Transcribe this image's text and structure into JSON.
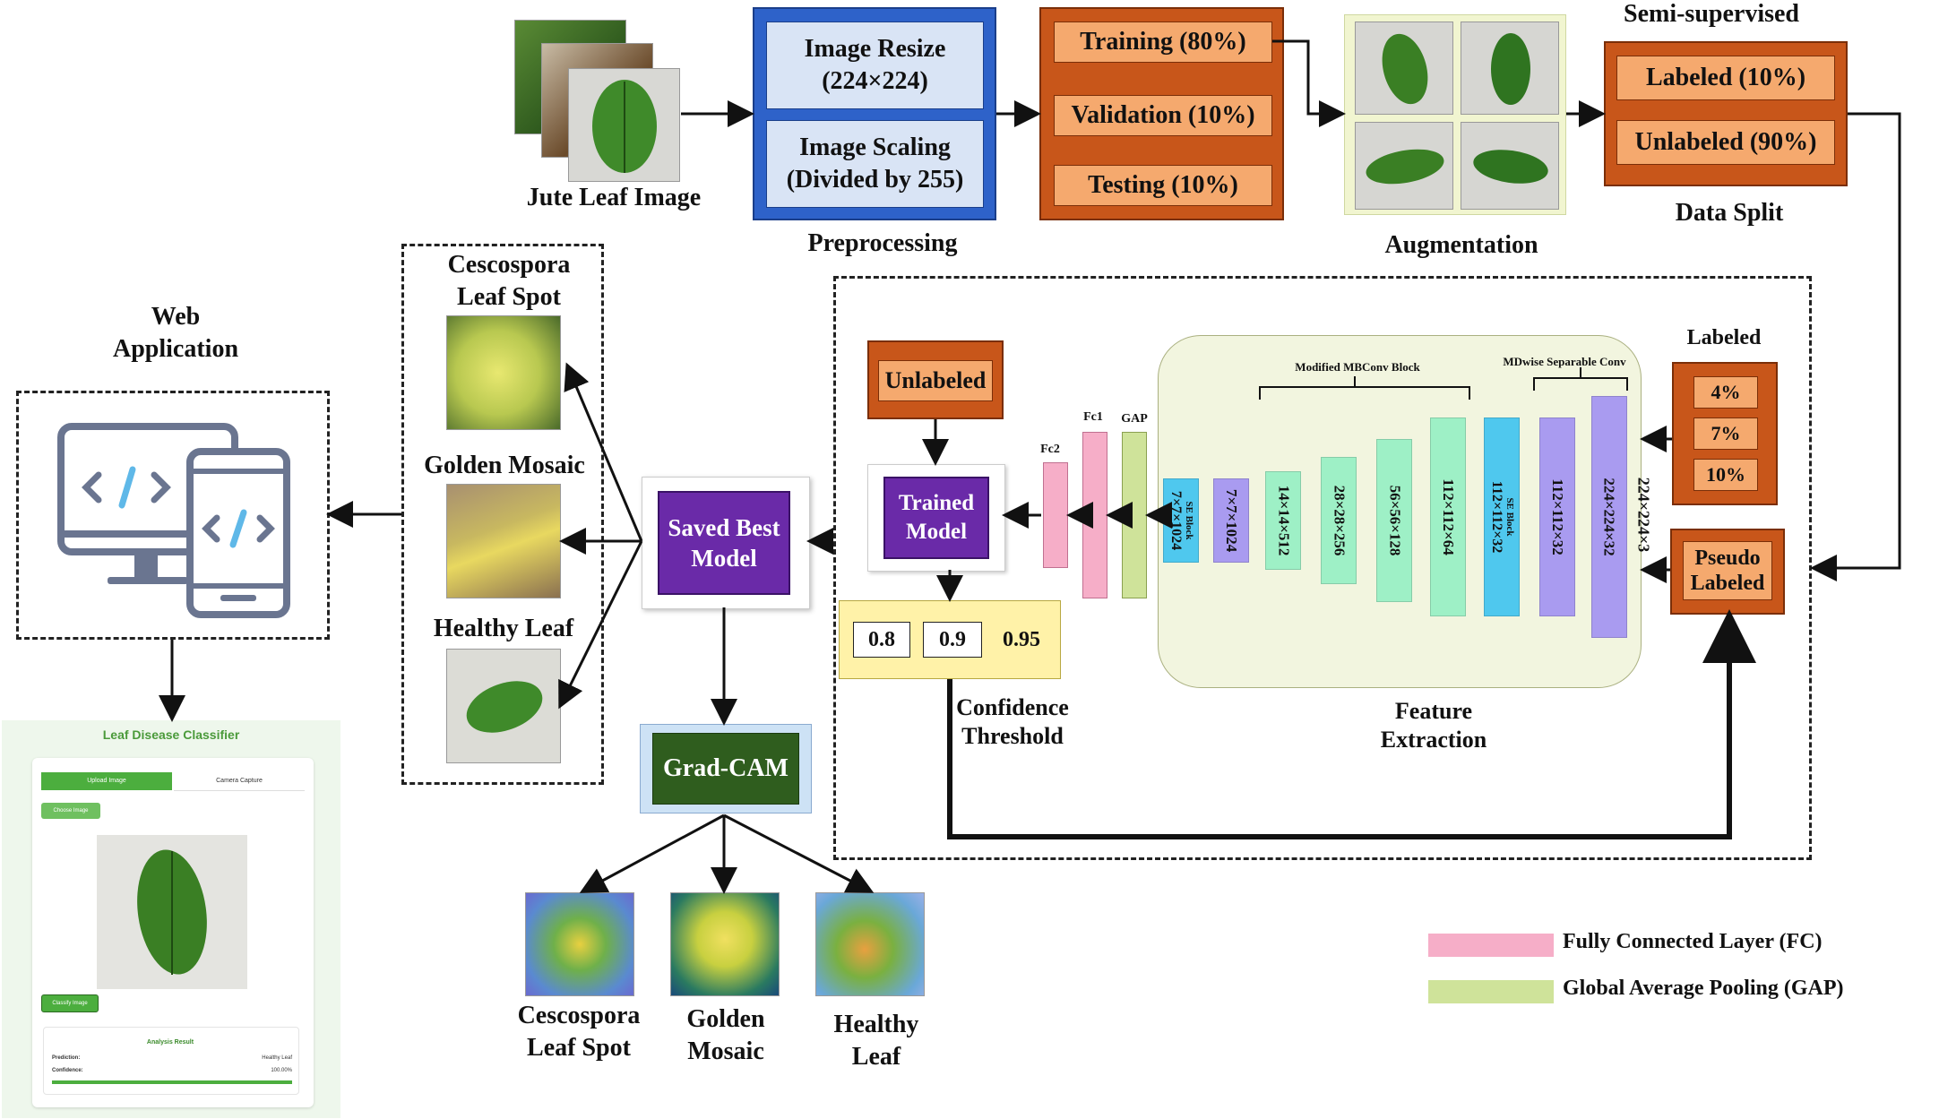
{
  "input": {
    "label": "Jute Leaf Image"
  },
  "preprocessing": {
    "title": "Preprocessing",
    "resize_l1": "Image Resize",
    "resize_l2": "(224×224)",
    "scaling_l1": "Image Scaling",
    "scaling_l2": "(Divided by 255)"
  },
  "dataset": {
    "training": "Training (80%)",
    "validation": "Validation (10%)",
    "testing": "Testing (10%)"
  },
  "augmentation": {
    "title": "Augmentation"
  },
  "data_split": {
    "header": "Semi-supervised",
    "labeled": "Labeled (10%)",
    "unlabeled": "Unlabeled (90%)",
    "title": "Data Split"
  },
  "training_loop": {
    "unlabeled": "Unlabeled",
    "trained_l1": "Trained",
    "trained_l2": "Model",
    "thresholds": [
      "0.8",
      "0.9",
      "0.95"
    ],
    "threshold_l1": "Confidence",
    "threshold_l2": "Threshold",
    "fc1": "Fc1",
    "fc2": "Fc2",
    "gap": "GAP"
  },
  "feature_extraction": {
    "title_l1": "Feature",
    "title_l2": "Extraction",
    "mbconv_label": "Modified MBConv Block",
    "mdwise_label": "MDwise Separable Conv",
    "input_shape": "224×224×3",
    "layers": [
      {
        "text": "SE Block",
        "sub": "7×7×1024",
        "color": "#4fc8ee"
      },
      {
        "text": "7×7×1024",
        "color": "#a99bf0"
      },
      {
        "text": "14×14×512",
        "color": "#9ef0c6"
      },
      {
        "text": "28×28×256",
        "color": "#9ef0c6"
      },
      {
        "text": "56×56×128",
        "color": "#9ef0c6"
      },
      {
        "text": "112×112×64",
        "color": "#9ef0c6"
      },
      {
        "text": "SE Block",
        "sub": "112×112×32",
        "color": "#4fc8ee"
      },
      {
        "text": "112×112×32",
        "color": "#a99bf0"
      },
      {
        "text": "224×224×32",
        "color": "#a99bf0"
      }
    ]
  },
  "labeled_side": {
    "title": "Labeled",
    "percents": [
      "4%",
      "7%",
      "10%"
    ],
    "pseudo_l1": "Pseudo",
    "pseudo_l2": "Labeled"
  },
  "saved_model": {
    "l1": "Saved Best",
    "l2": "Model"
  },
  "gradcam": {
    "label": "Grad-CAM",
    "results": [
      {
        "l1": "Cescospora",
        "l2": "Leaf Spot"
      },
      {
        "l1": "Golden",
        "l2": "Mosaic"
      },
      {
        "l1": "Healthy",
        "l2": "Leaf"
      }
    ]
  },
  "classes": {
    "cescospora_l1": "Cescospora",
    "cescospora_l2": "Leaf Spot",
    "golden": "Golden Mosaic",
    "healthy": "Healthy Leaf"
  },
  "web": {
    "title_l1": "Web",
    "title_l2": "Application",
    "app_title": "Leaf Disease Classifier",
    "upload_tab": "Upload Image",
    "camera_tab": "Camera Capture",
    "choose_btn": "Choose Image",
    "classify_btn": "Classify Image",
    "result_title": "Analysis Result",
    "prediction_label": "Prediction:",
    "prediction_value": "Healthy Leaf",
    "confidence_label": "Confidence:",
    "confidence_value": "100.00%",
    "confidence_level": 1.0
  },
  "legend": {
    "fc": "Fully Connected Layer (FC)",
    "fc_color": "#f6aec8",
    "gap": "Global Average Pooling (GAP)",
    "gap_color": "#cfe39a"
  },
  "colors": {
    "orange": "#c8561a",
    "orange_light": "#f5a96e",
    "purple": "#6a2aa8",
    "blue_border": "#2e62c9",
    "dark_green": "#2f5d1e",
    "yellow_panel": "#fff2a8"
  }
}
